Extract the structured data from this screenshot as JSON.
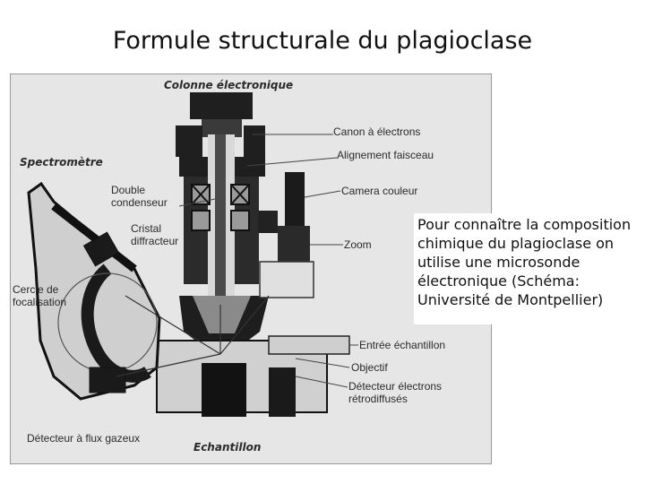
{
  "slide": {
    "title": "Formule structurale du plagioclase",
    "caption": "Pour connaître la composition\nchimique du plagioclase on\nutilise une microsonde\nélectronique (Schéma:\nUniversité de Montpellier)"
  },
  "diagram": {
    "labels": {
      "colonne": "Colonne électronique",
      "spectrometre": "Spectromètre",
      "canon": "Canon à électrons",
      "alignement": "Alignement faisceau",
      "double_condenseur": "Double\ncondenseur",
      "camera": "Camera couleur",
      "cristal": "Cristal\ndiffracteur",
      "zoom": "Zoom",
      "cercle": "Cercle de\nfocalisation",
      "entree": "Entrée échantillon",
      "objectif": "Objectif",
      "detecteur_electrons": "Détecteur électrons\nrétrodiffusés",
      "detecteur_flux": "Détecteur à flux gazeux",
      "echantillon": "Echantillon"
    }
  }
}
